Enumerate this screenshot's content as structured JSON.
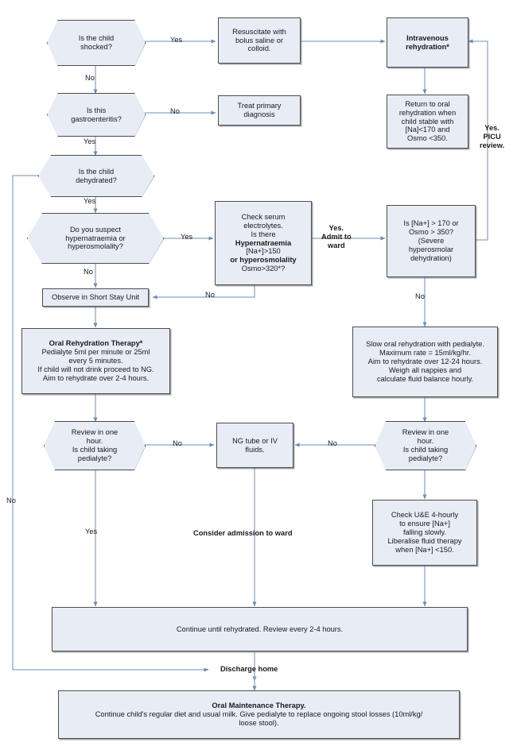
{
  "diagram": {
    "title": "Gastroenteritis rehydration management flowchart",
    "colors": {
      "node_fill": "#e7ecf5",
      "node_border": "#4d4d4d",
      "edge": "#8da4c0",
      "text": "#1a1a1a"
    },
    "nodes": {
      "is_child_shocked": {
        "text": "Is the child\nshocked?",
        "shape": "hexagon"
      },
      "resuscitate": {
        "text": "Resuscitate with\nbolus saline or\ncolloid.",
        "shape": "box"
      },
      "intravenous_rehydration": {
        "text": "Intravenous\nrehydration*",
        "shape": "box",
        "bold": true
      },
      "is_gastroenteritis": {
        "text": "Is this\ngastroenteritis?",
        "shape": "hexagon"
      },
      "treat_primary_diagnosis": {
        "text": "Treat primary\ndiagnosis",
        "shape": "box"
      },
      "return_to_oral": {
        "text": "Return to oral\nrehydration when\nchild stable with\n[Na]<170 and\nOsmo <350.",
        "shape": "box"
      },
      "is_child_dehydrated": {
        "text": "Is the child\ndehydrated?",
        "shape": "hexagon"
      },
      "do_you_suspect": {
        "text": "Do you suspect\nhypernatraemia or\nhyperosmolality?",
        "shape": "hexagon"
      },
      "check_serum_electrolytes": {
        "shape": "box",
        "lines": [
          {
            "text": "Check serum",
            "bold": false
          },
          {
            "text": "electrolytes.",
            "bold": false
          },
          {
            "text": "Is there",
            "bold": false
          },
          {
            "text": "Hypernatraemia",
            "bold": true
          },
          {
            "text": "[Na+]>150",
            "bold": false
          },
          {
            "text": "or hyperosmolality",
            "bold": true
          },
          {
            "text": "Osmo>320*?",
            "bold": false
          }
        ]
      },
      "severe_hyperosmolar": {
        "text": "Is [Na+] > 170 or\nOsmo > 350?\n(Severe\nhyperosmolar\ndehydration)",
        "shape": "box"
      },
      "observe_short_stay": {
        "text": "Observe in Short Stay Unit",
        "shape": "box"
      },
      "oral_rehydration_therapy": {
        "shape": "box",
        "lines": [
          {
            "text": "Oral Rehydration Therapy*",
            "bold": true
          },
          {
            "text": "Pedialyte 5ml per minute or 25ml",
            "bold": false
          },
          {
            "text": "every 5 minutes.",
            "bold": false
          },
          {
            "text": "If child will not drink proceed to NG.",
            "bold": false
          },
          {
            "text": "Aim to rehydrate over 2-4 hours.",
            "bold": false
          }
        ]
      },
      "slow_oral_rehydration": {
        "text": "Slow oral rehydration with pedialyte.\nMaximum rate = 15ml/kg/hr.\nAim to rehydrate over 12-24 hours.\nWeigh all nappies and\ncalculate fluid balance hourly.",
        "shape": "box"
      },
      "review_left": {
        "text": "Review in one\nhour.\nIs child taking\npedialyte?",
        "shape": "hexagon"
      },
      "ng_tube_or_iv": {
        "text": "NG tube or IV\nfluids.",
        "shape": "box"
      },
      "review_right": {
        "text": "Review in one\nhour.\nIs child taking\npedialyte?",
        "shape": "hexagon"
      },
      "check_ue": {
        "text": "Check U&E 4-hourly\nto ensure [Na+]\nfalling slowly.\nLiberalise fluid therapy\nwhen [Na+] <150.",
        "shape": "box"
      },
      "continue_until_rehydrated": {
        "text": "Continue until rehydrated. Review every 2-4 hours.",
        "shape": "box"
      },
      "oral_maintenance": {
        "shape": "box",
        "lines": [
          {
            "text": "Oral Maintenance Therapy.",
            "bold": true
          },
          {
            "text": "Continue child's regular diet and usual milk. Give pedialyte to replace ongoing stool losses (10ml/kg/",
            "bold": false
          },
          {
            "text": "loose stool).",
            "bold": false
          }
        ]
      }
    },
    "edge_labels": {
      "shocked_yes": "Yes",
      "shocked_no": "No",
      "gastro_no": "No",
      "gastro_yes": "Yes",
      "dehydrated_yes": "Yes",
      "dehydrated_no": "No",
      "suspect_yes": "Yes",
      "suspect_no": "No",
      "serum_no": "No",
      "admit_to_ward": "Yes.\nAdmit to\nward",
      "picu_review": "Yes.\nPICU\nreview.",
      "severe_no": "No",
      "review_left_no": "No",
      "review_left_yes": "Yes",
      "review_right_no": "No",
      "consider_admission": "Consider admission to ward",
      "discharge_home": "Discharge home"
    }
  }
}
